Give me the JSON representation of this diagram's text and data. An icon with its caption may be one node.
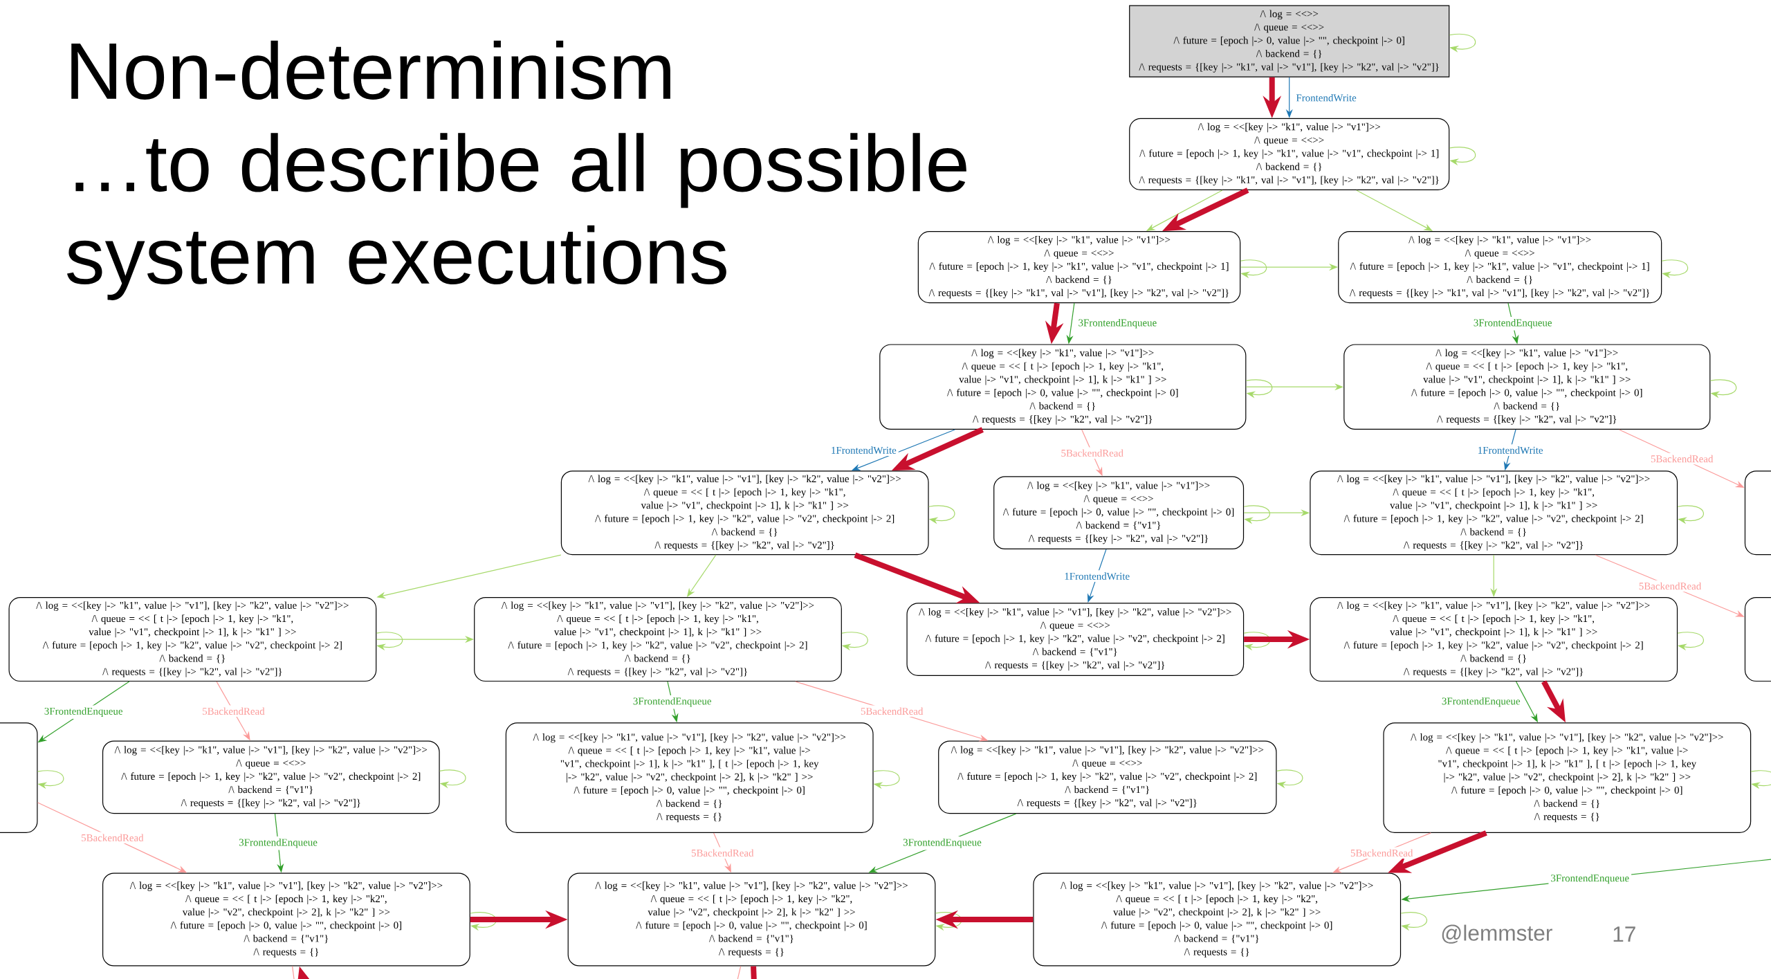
{
  "diagram": {
    "title": "Non-determinism …to describe all possible system executions",
    "nodes": [
      {
        "text": [
          "/\\ log = <<>>",
          "/\\ queue = <<>>",
          "/\\ future = [epoch |-> 0, value |-> \"\", checkpoint |-> 0]",
          "/\\ backend = {}",
          "/\\ requests = {[key |-> \"k1\", val |-> \"v1\"], [key |-> \"k2\", val |-> \"v2\"]}"
        ]
      },
      {
        "text": [
          "/\\ log = <<[key |-> \"k1\", value |-> \"v1\"]>>",
          "/\\ queue = <<>>",
          "/\\ future = [epoch |-> 1, key |-> \"k1\", value |-> \"v1\", checkpoint |-> 1]",
          "/\\ backend = {}",
          "/\\ requests = {[key |-> \"k1\", val |-> \"v1\"], [key |-> \"k2\", val |-> \"v2\"]}"
        ]
      },
      {
        "text": [
          "/\\ log = <<[key |-> \"k1\", value |-> \"v1\"]>>",
          "/\\ queue = <<>>",
          "/\\ future = [epoch |-> 1, key |-> \"k1\", value |-> \"v1\", checkpoint |-> 1]",
          "/\\ backend = {}",
          "/\\ requests = {[key |-> \"k1\", val |-> \"v1\"], [key |-> \"k2\", val |-> \"v2\"]}"
        ]
      },
      {
        "text": [
          "/\\ log = <<[key |-> \"k1\", value |-> \"v1\"]>>",
          "/\\ queue = <<>>",
          "/\\ future = [epoch |-> 1, key |-> \"k1\", value |-> \"v1\", checkpoint |-> 1]",
          "/\\ backend = {}",
          "/\\ requests = {[key |-> \"k1\", val |-> \"v1\"], [key |-> \"k2\", val |-> \"v2\"]}"
        ]
      },
      {
        "text": [
          "/\\ log = <<[key |-> \"k1\", value |-> \"v1\"]>>",
          "/\\ queue = << [ t |-> [epoch |-> 1, key |-> \"k1\", value |-> \"v1\", checkpoint |-> 1], k |-> \"k1\" ] >>",
          "/\\ future = [epoch |-> 0, value |-> \"\", checkpoint |-> 0]",
          "/\\ backend = {}",
          "/\\ requests = {[key |-> \"k2\", val |-> \"v2\"]}"
        ]
      },
      {
        "text": [
          "/\\ log = <<[key |-> \"k1\", value |-> \"v1\"]>>",
          "/\\ queue = << [ t |-> [epoch |-> 1, key |-> \"k1\", value |-> \"v1\", checkpoint |-> 1], k |-> \"k1\" ] >>",
          "/\\ future = [epoch |-> 0, value |-> \"\", checkpoint |-> 0]",
          "/\\ backend = {}",
          "/\\ requests = {[key |-> \"k2\", val |-> \"v2\"]}"
        ]
      },
      {
        "text": [
          "/\\ log = <<[key |-> \"k1\", value |-> \"v1\"], [key |-> \"k2\", value |-> \"v2\"]>>",
          "/\\ queue = << [ t |-> [epoch |-> 1, key |-> \"k1\", value |-> \"v1\", checkpoint |-> 1], k |-> \"k1\" ] >>",
          "/\\ future = [epoch |-> 1, key |-> \"k2\", value |-> \"v2\", checkpoint |-> 2]",
          "/\\ backend = {}",
          "/\\ requests = {[key |-> \"k2\", val |-> \"v2\"]}"
        ]
      },
      {
        "text": [
          "/\\ log = <<[key |-> \"k1\", value |-> \"v1\"]>>",
          "/\\ queue = <<>>",
          "/\\ future = [epoch |-> 0, value |-> \"\", checkpoint |-> 0]",
          "/\\ backend = {\"v1\"}",
          "/\\ requests = {[key |-> \"k2\", val |-> \"v2\"]}"
        ]
      },
      {
        "text": [
          "/\\ log = <<[key |-> \"k1\", value |-> \"v1\"], [key |-> \"k2\", value |-> \"v2\"]>>",
          "/\\ queue = << [ t |-> [epoch |-> 1, key |-> \"k1\", value |-> \"v1\", checkpoint |-> 1], k |-> \"k1\" ] >>",
          "/\\ future = [epoch |-> 1, key |-> \"k2\", value |-> \"v2\", checkpoint |-> 2]",
          "/\\ backend = {}",
          "/\\ requests = {[key |-> \"k2\", val |-> \"v2\"]}"
        ]
      },
      {
        "text": [],
        "shape": "box"
      },
      {
        "text": [
          "/\\ log = <<[key |-> \"k1\", value |-> \"v1\"], [key |-> \"k2\", value |-> \"v2\"]>>",
          "/\\ queue = << [ t |-> [epoch |-> 1, key |-> \"k1\", value |-> \"v1\", checkpoint |-> 1], k |-> \"k1\" ] >>",
          "/\\ future = [epoch |-> 1, key |-> \"k2\", value |-> \"v2\", checkpoint |-> 2]",
          "/\\ backend = {}",
          "/\\ requests = {[key |-> \"k2\", val |-> \"v2\"]}"
        ]
      },
      {
        "text": [
          "/\\ log = <<[key |-> \"k1\", value |-> \"v1\"], [key |-> \"k2\", value |-> \"v2\"]>>",
          "/\\ queue = << [ t |-> [epoch |-> 1, key |-> \"k1\", value |-> \"v1\", checkpoint |-> 1], k |-> \"k1\" ] >>",
          "/\\ future = [epoch |-> 1, key |-> \"k2\", value |-> \"v2\", checkpoint |-> 2]",
          "/\\ backend = {}",
          "/\\ requests = {[key |-> \"k2\", val |-> \"v2\"]}"
        ]
      },
      {
        "text": [
          "/\\ log = <<[key |-> \"k1\", value |-> \"v1\"], [key |-> \"k2\", value |-> \"v2\"]>>",
          "/\\ queue = <<>>",
          "/\\ future = [epoch |-> 1, key |-> \"k2\", value |-> \"v2\", checkpoint |-> 2]",
          "/\\ backend = {\"v1\"}",
          "/\\ requests = {[key |-> \"k2\", val |-> \"v2\"]}"
        ]
      },
      {
        "text": [
          "/\\ log = <<[key |-> \"k1\", value |-> \"v1\"], [key |-> \"k2\", value |-> \"v2\"]>>",
          "/\\ queue = << [ t |-> [epoch |-> 1, key |-> \"k1\", value |-> \"v1\", checkpoint |-> 1], k |-> \"k1\" ] >>",
          "/\\ future = [epoch |-> 1, key |-> \"k2\", value |-> \"v2\", checkpoint |-> 2]",
          "/\\ backend = {}",
          "/\\ requests = {[key |-> \"k2\", val |-> \"v2\"]}"
        ]
      },
      {
        "text": [],
        "shape": "box"
      },
      {
        "text": [],
        "shape": "box"
      },
      {
        "text": [
          "/\\ log = <<[key |-> \"k1\", value |-> \"v1\"], [key |-> \"k2\", value |-> \"v2\"]>>",
          "/\\ queue = <<>>",
          "/\\ future = [epoch |-> 1, key |-> \"k2\", value |-> \"v2\", checkpoint |-> 2]",
          "/\\ backend = {\"v1\"}",
          "/\\ requests = {[key |-> \"k2\", val |-> \"v2\"]}"
        ]
      },
      {
        "text": [
          "/\\ log = <<[key |-> \"k1\", value |-> \"v1\"], [key |-> \"k2\", value |-> \"v2\"]>>",
          "/\\ queue = << [ t |-> [epoch |-> 1, key |-> \"k1\", value |-> \"v1\", checkpoint |-> 1], k |-> \"k1\" ], [ t |-> [epoch |-> 1, key |-> \"k2\", value |-> \"v2\", checkpoint |-> 2], k |-> \"k2\" ] >>",
          "/\\ future = [epoch |-> 0, value |-> \"\", checkpoint |-> 0]",
          "/\\ backend = {}",
          "/\\ requests = {}"
        ]
      },
      {
        "text": [
          "/\\ log = <<[key |-> \"k1\", value |-> \"v1\"], [key |-> \"k2\", value |-> \"v2\"]>>",
          "/\\ queue = <<>>",
          "/\\ future = [epoch |-> 1, key |-> \"k2\", value |-> \"v2\", checkpoint |-> 2]",
          "/\\ backend = {\"v1\"}",
          "/\\ requests = {[key |-> \"k2\", val |-> \"v2\"]}"
        ]
      },
      {
        "text": [
          "/\\ log = <<[key |-> \"k1\", value |-> \"v1\"], [key |-> \"k2\", value |-> \"v2\"]>>",
          "/\\ queue = << [ t |-> [epoch |-> 1, key |-> \"k1\", value |-> \"v1\", checkpoint |-> 1], k |-> \"k1\" ], [ t |-> [epoch |-> 1, key |-> \"k2\", value |-> \"v2\", checkpoint |-> 2], k |-> \"k2\" ] >>",
          "/\\ future = [epoch |-> 0, value |-> \"\", checkpoint |-> 0]",
          "/\\ backend = {}",
          "/\\ requests = {}"
        ]
      },
      {
        "text": [
          "/\\ log = <<[key |-> \"k1\", value |-> \"v1\"], [key |-> \"k2\", value |-> \"v2\"]>>",
          "/\\ queue = << [ t |-> [epoch |-> 1, key |-> \"k2\", value |-> \"v2\", checkpoint |-> 2], k |-> \"k2\" ] >>",
          "/\\ future = [epoch |-> 0, value |-> \"\", checkpoint |-> 0]",
          "/\\ backend = {\"v1\"}",
          "/\\ requests = {}"
        ]
      },
      {
        "text": [
          "/\\ log = <<[key |-> \"k1\", value |-> \"v1\"], [key |-> \"k2\", value |-> \"v2\"]>>",
          "/\\ queue = << [ t |-> [epoch |-> 1, key |-> \"k2\", value |-> \"v2\", checkpoint |-> 2], k |-> \"k2\" ] >>",
          "/\\ future = [epoch |-> 0, value |-> \"\", checkpoint |-> 0]",
          "/\\ backend = {\"v1\"}",
          "/\\ requests = {}"
        ]
      },
      {
        "text": [
          "/\\ log = <<[key |-> \"k1\", value |-> \"v1\"], [key |-> \"k2\", value |-> \"v2\"]>>",
          "/\\ queue = << [ t |-> [epoch |-> 1, key |-> \"k2\", value |-> \"v2\", checkpoint |-> 2], k |-> \"k2\" ] >>",
          "/\\ future = [epoch |-> 0, value |-> \"\", checkpoint |-> 0]",
          "/\\ backend = {\"v1\"}",
          "/\\ requests = {}"
        ]
      }
    ],
    "edges": [
      {
        "from": 0,
        "to": 1,
        "arrow": "to",
        "label": "FrontendWrite",
        "color": "#1f78b4"
      },
      {
        "from": 1,
        "to": 2,
        "arrow": "to"
      },
      {
        "from": 1,
        "to": 3,
        "arrow": "to"
      },
      {
        "from": 2,
        "to": 3,
        "arrow": "to"
      },
      {
        "from": 2,
        "to": 4,
        "arrow": "to",
        "label": "3FrontendEnqueue",
        "color": "#33a02c"
      },
      {
        "from": 3,
        "to": 5,
        "arrow": "to",
        "label": "3FrontendEnqueue",
        "color": "#33a02c"
      },
      {
        "from": 4,
        "to": 5,
        "arrow": "to"
      },
      {
        "from": 4,
        "to": 6,
        "arrow": "to",
        "label": "1FrontendWrite",
        "color": "#1f78b4"
      },
      {
        "from": 4,
        "to": 7,
        "arrow": "to",
        "label": "5BackendRead",
        "color": "#fb9a99"
      },
      {
        "from": 5,
        "to": 8,
        "arrow": "to",
        "label": "1FrontendWrite",
        "color": "#1f78b4"
      },
      {
        "from": 5,
        "to": 9,
        "arrow": "to",
        "label": "5BackendRead",
        "color": "#fb9a99"
      },
      {
        "from": 6,
        "to": 10,
        "arrow": "to"
      },
      {
        "from": 6,
        "to": 11,
        "arrow": "to"
      },
      {
        "from": 7,
        "to": 12,
        "arrow": "to",
        "label": "1FrontendWrite",
        "color": "#1f78b4"
      },
      {
        "from": 7,
        "to": 8,
        "arrow": "to"
      },
      {
        "from": 8,
        "to": 13,
        "arrow": "to"
      },
      {
        "from": 8,
        "to": 14,
        "arrow": "to",
        "label": "5BackendRead",
        "color": "#fb9a99"
      },
      {
        "from": 10,
        "to": 11,
        "arrow": "to"
      },
      {
        "from": 10,
        "to": 15,
        "arrow": "to",
        "label": "3FrontendEnqueue",
        "color": "#33a02c"
      },
      {
        "from": 10,
        "to": 16,
        "arrow": "to",
        "label": "5BackendRead",
        "color": "#fb9a99"
      },
      {
        "from": 11,
        "to": 17,
        "arrow": "to",
        "label": "3FrontendEnqueue",
        "color": "#33a02c"
      },
      {
        "from": 11,
        "to": 18,
        "arrow": "to",
        "label": "5BackendRead",
        "color": "#fb9a99"
      },
      {
        "from": 13,
        "to": 19,
        "arrow": "to",
        "label": "3FrontendEnqueue",
        "color": "#33a02c"
      },
      {
        "from": 15,
        "to": 20,
        "arrow": "to",
        "label": "5BackendRead",
        "color": "#fb9a99"
      },
      {
        "from": 16,
        "to": 20,
        "arrow": "to",
        "label": "3FrontendEnqueue",
        "color": "#33a02c"
      },
      {
        "from": 17,
        "to": 21,
        "arrow": "to",
        "label": "5BackendRead",
        "color": "#fb9a99"
      },
      {
        "from": 18,
        "to": 21,
        "arrow": "to",
        "label": "3FrontendEnqueue",
        "color": "#33a02c"
      },
      {
        "from": 19,
        "to": 22,
        "arrow": "to",
        "label": "5BackendRead",
        "color": "#fb9a99"
      },
      {
        "from": null,
        "to": 22,
        "arrow": "to",
        "label": "3FrontendEnqueue",
        "color": "#33a02c"
      },
      {
        "from": 20,
        "to": null,
        "arrow": "none",
        "color": "#fb9a99"
      },
      {
        "from": 21,
        "to": null,
        "arrow": "none",
        "color": "#fb9a99"
      },
      {
        "from": 0,
        "to": 0,
        "arrow": "to"
      },
      {
        "from": 1,
        "to": 1,
        "arrow": "to"
      },
      {
        "from": 2,
        "to": 2,
        "arrow": "to"
      },
      {
        "from": 3,
        "to": 3,
        "arrow": "to"
      },
      {
        "from": 4,
        "to": 4,
        "arrow": "to"
      },
      {
        "from": 5,
        "to": 5,
        "arrow": "to"
      },
      {
        "from": 6,
        "to": 6,
        "arrow": "to"
      },
      {
        "from": 7,
        "to": 7,
        "arrow": "to"
      },
      {
        "from": 8,
        "to": 8,
        "arrow": "to"
      },
      {
        "from": 10,
        "to": 10,
        "arrow": "to"
      },
      {
        "from": 11,
        "to": 11,
        "arrow": "to"
      },
      {
        "from": 12,
        "to": 12,
        "arrow": "to"
      },
      {
        "from": 13,
        "to": 13,
        "arrow": "to"
      },
      {
        "from": 15,
        "to": 15,
        "arrow": "to"
      },
      {
        "from": 16,
        "to": 16,
        "arrow": "to"
      },
      {
        "from": 17,
        "to": 17,
        "arrow": "to"
      },
      {
        "from": 18,
        "to": 18,
        "arrow": "to"
      },
      {
        "from": 19,
        "to": 19,
        "arrow": "to"
      },
      {
        "from": 20,
        "to": 20,
        "arrow": "to"
      },
      {
        "from": 21,
        "to": 21,
        "arrow": "to"
      },
      {
        "from": 22,
        "to": 22,
        "arrow": "to"
      },
      {
        "from": 0,
        "to": 1,
        "arrow": "to",
        "style": "thick",
        "color": "#c8102e"
      },
      {
        "from": 1,
        "to": 2,
        "arrow": "to",
        "style": "thick",
        "color": "#c8102e"
      },
      {
        "from": 2,
        "to": 4,
        "arrow": "to",
        "style": "thick",
        "color": "#c8102e"
      },
      {
        "from": 4,
        "to": 6,
        "arrow": "to",
        "style": "thick",
        "color": "#c8102e"
      },
      {
        "from": 6,
        "to": 12,
        "arrow": "to",
        "style": "thick",
        "color": "#c8102e"
      },
      {
        "from": 12,
        "to": 13,
        "arrow": "to",
        "style": "thick",
        "color": "#c8102e"
      },
      {
        "from": 13,
        "to": 19,
        "arrow": "to",
        "style": "thick",
        "color": "#c8102e"
      },
      {
        "from": 19,
        "to": 22,
        "arrow": "to",
        "style": "thick",
        "color": "#c8102e"
      },
      {
        "from": 22,
        "to": 21,
        "arrow": "to",
        "style": "thick",
        "color": "#c8102e"
      },
      {
        "from": 20,
        "to": 21,
        "arrow": "to",
        "style": "thick",
        "color": "#c8102e"
      },
      {
        "from": null,
        "to": 20,
        "arrow": "to",
        "style": "thick",
        "color": "#c8102e"
      },
      {
        "from": 21,
        "to": null,
        "arrow": "none",
        "style": "thick",
        "color": "#c8102e"
      }
    ],
    "labels": [
      "@lemmster",
      "17"
    ]
  }
}
